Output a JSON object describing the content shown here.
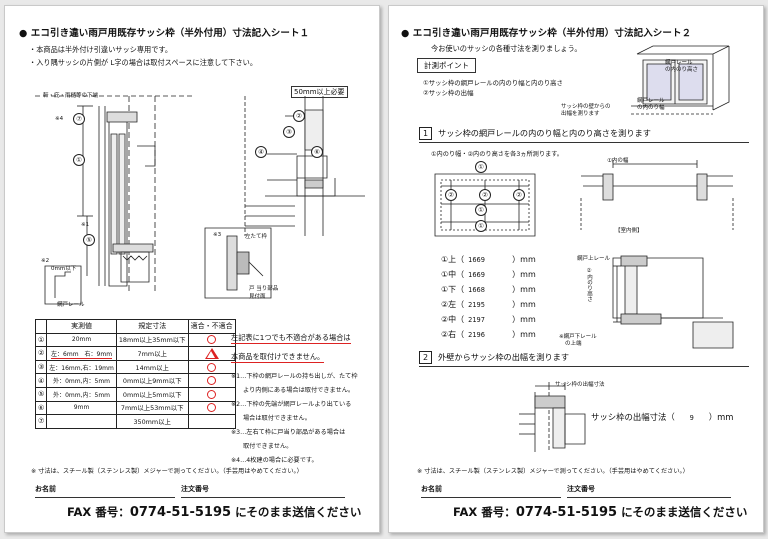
{
  "sheet1": {
    "title": "● エコ引き違い雨戸用既存サッシ枠（半外付用）寸法記入シート１",
    "intro": [
      "・本商品は半外付け引違いサッシ専用です。",
      "・入り隅サッシの片側が L字の場合は取付スペースに注意して下さい。"
    ],
    "diagram": {
      "eaves_label": "軒・庇・雨樋等の下端",
      "need_50mm": "50mm以上必要",
      "note_4": "※4",
      "note_1": "※1",
      "note_2": "※2",
      "note_3": "※3",
      "zero_mm": "0mm以下",
      "screen_rail": "網戸レール",
      "left_stop": "左たて枠",
      "door_stop": "戸 当り部品",
      "door_stop2": "見付面",
      "numbers": [
        "①",
        "②",
        "③",
        "④",
        "⑤",
        "⑥",
        "⑦"
      ]
    },
    "table": {
      "headers": [
        "実測値",
        "規定寸法",
        "適合・不適合"
      ],
      "rows": [
        {
          "idx": "①",
          "measured": "20mm",
          "spec": "18mm以上35mm以下",
          "result": "ok"
        },
        {
          "idx": "②",
          "measured": "左：6mm　右：9mm",
          "spec": "7mm以上",
          "result": "ng"
        },
        {
          "idx": "③",
          "measured": "左：16mm,右：19mm",
          "spec": "14mm以上",
          "result": "ok"
        },
        {
          "idx": "④",
          "measured": "外：0mm,内：5mm",
          "spec": "0mm以上9mm以下",
          "result": "ok"
        },
        {
          "idx": "⑤",
          "measured": "外：0mm,内：5mm",
          "spec": "0mm以上5mm以下",
          "result": "ok"
        },
        {
          "idx": "⑥",
          "measured": "9mm",
          "spec": "7mm以上53mm以下",
          "result": "ok"
        },
        {
          "idx": "⑦",
          "measured": "",
          "spec": "350mm以上",
          "result": ""
        }
      ]
    },
    "side_notes": [
      "左記表に1つでも不適合がある場合は",
      "本商品を取付けできません。",
      "※1…下枠の網戸レールの持ち出しが、たて枠",
      "より内側にある場合は取付できません。",
      "※2…下枠の先端が網戸レールより出ている",
      "場合は取付できません。",
      "※3…左右て枠に戸当り部品がある場合は",
      "取付できません。",
      "※4…4枚建の場合に必要です。"
    ],
    "footnote": "※ 寸法は、スチール製（ステンレス製）メジャーで測ってください。（手芸用はやめてください。）",
    "name_label": "お名前",
    "order_label": "注文番号",
    "fax_prefix": "FAX 番号：",
    "fax_number": "0774-51-5195",
    "fax_suffix": " にそのまま送信ください"
  },
  "sheet2": {
    "title": "● エコ引き違い雨戸用既存サッシ枠（半外付用）寸法記入シート２",
    "intro": "今お使いのサッシの各種寸法を測りましょう。",
    "point_label": "計測ポイント",
    "points": [
      "①サッシ枠の網戸レールの内のり幅と内のり高さ",
      "②サッシ枠の出幅"
    ],
    "top_fig": {
      "screen_rail": "網戸レール",
      "inner_height": "の内のり高さ",
      "rail_width": "網戸レール",
      "rail_width2": "の内のり幅",
      "frame_out": "サッシ枠の壁からの",
      "frame_out2": "出幅を測ります"
    },
    "section1": {
      "num": "1",
      "title": "サッシ枠の網戸レールの内のり幅と内のり高さを測ります",
      "sub": "①内のり幅・②内のり高さを各3ヵ所測ります。",
      "inner_width": "①内の幅",
      "inside_view": "【室内側】",
      "screen_rail_top": "網戸上レール",
      "inner_height": "②内のり高さ",
      "rail_bottom": "※網戸下レール",
      "rail_bottom2": "の上端",
      "measurements": [
        {
          "label": "①上（",
          "value": "1669",
          "unit": "）mm"
        },
        {
          "label": "①中（",
          "value": "1669",
          "unit": "）mm"
        },
        {
          "label": "①下（",
          "value": "1668",
          "unit": "）mm"
        },
        {
          "label": "②左（",
          "value": "2195",
          "unit": "）mm"
        },
        {
          "label": "②中（",
          "value": "2197",
          "unit": "）mm"
        },
        {
          "label": "②右（",
          "value": "2196",
          "unit": "）mm"
        }
      ]
    },
    "section2": {
      "num": "2",
      "title": "外壁からサッシ枠の出幅を測ります",
      "fig_label": "サッシ枠の出幅寸法",
      "dim_label": "サッシ枠の出幅寸法（",
      "dim_value": "9",
      "dim_unit": "）mm"
    },
    "footnote": "※ 寸法は、スチール製（ステンレス製）メジャーで測ってください。（手芸用はやめてください。）",
    "name_label": "お名前",
    "order_label": "注文番号",
    "fax_prefix": "FAX 番号：",
    "fax_number": "0774-51-5195",
    "fax_suffix": " にそのまま送信ください"
  },
  "colors": {
    "accent_red": "#dd2222",
    "line": "#222222",
    "shade": "#9a9a9a"
  }
}
